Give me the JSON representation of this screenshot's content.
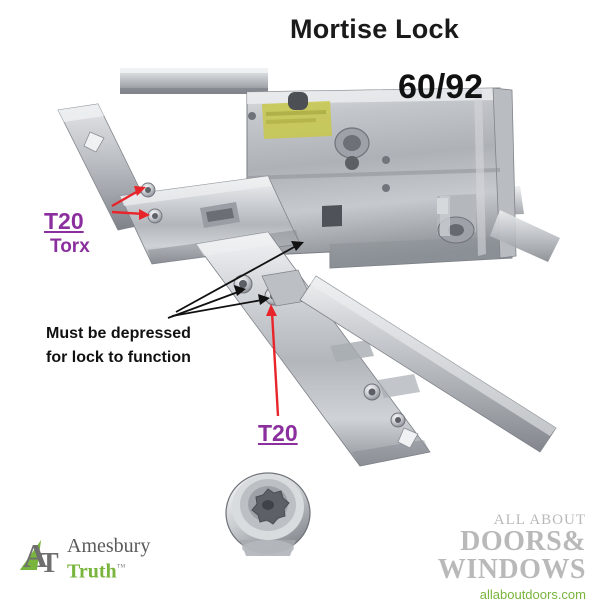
{
  "page": {
    "title": "Mortise Lock",
    "subtitle": "60/92",
    "background_color": "#ffffff"
  },
  "annotations": {
    "t20_top": {
      "label": "T20",
      "sublabel": "Torx",
      "color": "#8b2f9e"
    },
    "t20_bottom": {
      "label": "T20",
      "color": "#8b2f9e"
    },
    "depressed_note": {
      "line1": "Must be depressed",
      "line2": "for lock to function",
      "color": "#111111"
    },
    "arrow_colors": {
      "red": "#e8252a",
      "black": "#111111"
    }
  },
  "brand_logo": {
    "name_line1": "Amesbury",
    "name_line2": "Truth",
    "trademark": "™",
    "monogram_a": "A",
    "monogram_t": "T",
    "green": "#79b43c",
    "gray": "#6f6f6f"
  },
  "watermark": {
    "line1": "ALL ABOUT",
    "line2": "DOORS",
    "ampersand": "&",
    "line3": "WINDOWS",
    "url": "allaboutdoors.com",
    "text_color": "#b9b9b9",
    "url_color": "#79b43c"
  },
  "product_image": {
    "description": "Mortise lock body and multipoint lock gearbox, brushed stainless steel",
    "metal_light": "#e9eaec",
    "metal_mid": "#c2c5c9",
    "metal_dark": "#8e9399",
    "metal_shadow": "#6a6e73",
    "label_yellow": "#c8c84a",
    "screw_head": "Torx screw head close-up"
  }
}
